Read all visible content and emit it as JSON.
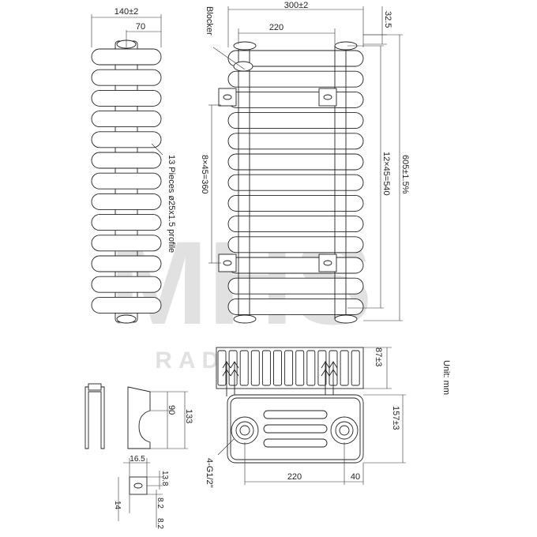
{
  "diagram": {
    "dims": {
      "front_width": "140±2",
      "front_half": "70",
      "main_width": "300±2",
      "main_pipe": "220",
      "top_gap": "32.5",
      "bracket_span": "8×45=360",
      "column_span": "12×45=540",
      "height": "605±1.5%",
      "top_depth": "87±3",
      "bottom_depth": "157±3",
      "bottom_pipe": "220",
      "bottom_offset": "40",
      "bracket_90": "90",
      "bracket_133": "133",
      "clip_16_5": "16.5",
      "clip_13_8": "13.8",
      "clip_14": "14",
      "clip_8_2a": "8.2",
      "clip_8_2b": "8.2"
    },
    "labels": {
      "blocker": "Blocker",
      "pieces": "13 Pieces ø25x1.5 profile",
      "connection": "4-G1/2\"",
      "unit": "Unit: mm"
    },
    "watermark": {
      "line1": "MHS",
      "line2": "RADIATORS"
    }
  }
}
